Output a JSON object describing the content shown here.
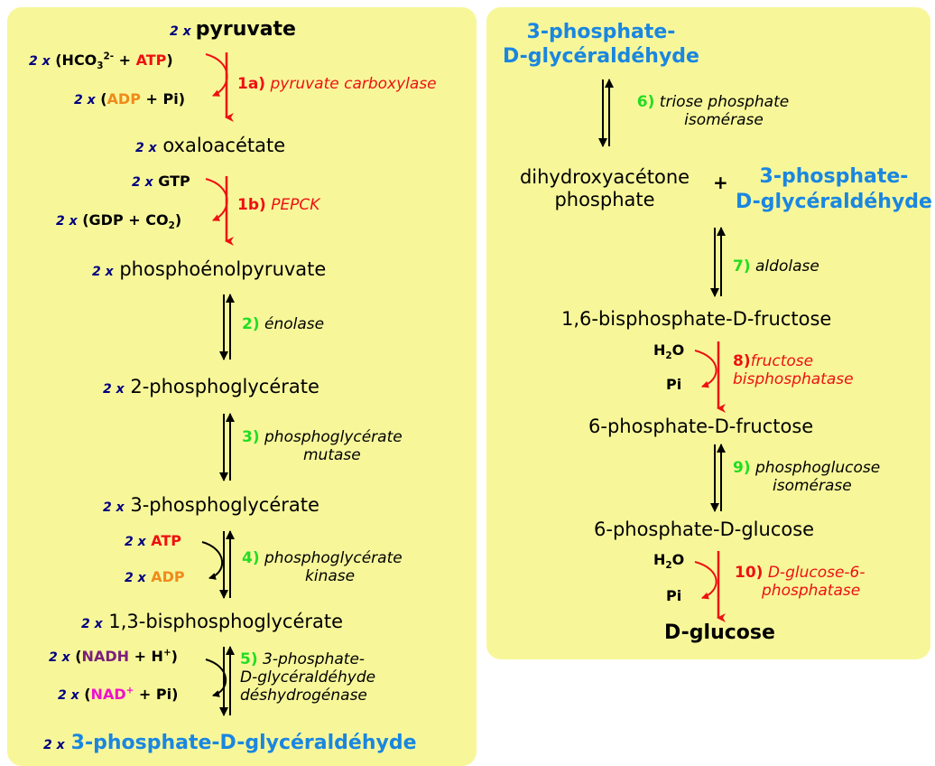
{
  "coef": "2 x",
  "left": {
    "pyruvate": "pyruvate",
    "step1a": {
      "input": {
        "open": "(HCO",
        "sub": "3",
        "sup": "2-",
        "plus": " + ",
        "atp": "ATP",
        "close": ")"
      },
      "output": {
        "open": "(",
        "adp": "ADP",
        "rest": " + Pi)"
      },
      "num": "1a)",
      "enzyme": "pyruvate carboxylase"
    },
    "oxaloacetate": "oxaloacétate",
    "step1b": {
      "input": "GTP",
      "output": {
        "open": "(GDP + CO",
        "sub": "2",
        "close": ")"
      },
      "num": "1b)",
      "enzyme": "PEPCK"
    },
    "pep": "phosphoénolpyruvate",
    "step2": {
      "num": "2)",
      "enzyme": "énolase"
    },
    "pg2": "2-phosphoglycérate",
    "step3": {
      "num": "3)",
      "enzyme_line1": "phosphoglycérate",
      "enzyme_line2": "mutase"
    },
    "pg3": "3-phosphoglycérate",
    "step4": {
      "input": "ATP",
      "output": "ADP",
      "num": "4)",
      "enzyme_line1": "phosphoglycérate",
      "enzyme_line2": "kinase"
    },
    "bpg": "1,3-bisphosphoglycérate",
    "step5": {
      "input": {
        "open": "(",
        "nadh": "NADH",
        "plus": " + H",
        "sup": "+",
        "close": ")"
      },
      "output": {
        "open": "(",
        "nad": "NAD",
        "sup": "+",
        "rest": " + Pi)"
      },
      "num": "5)",
      "enzyme_line1": "3-phosphate-",
      "enzyme_line2": "D-glycéraldéhyde",
      "enzyme_line3": "déshydrogénase"
    },
    "gap": "3-phosphate-D-glycéraldéhyde"
  },
  "right": {
    "gap_line1": "3-phosphate-",
    "gap_line2": "D-glycéraldéhyde",
    "step6": {
      "num": "6)",
      "enzyme_line1": "triose phosphate",
      "enzyme_line2": "isomérase"
    },
    "dhap_line1": "dihydroxyacétone",
    "dhap_line2": "phosphate",
    "plus": "+",
    "gap2_line1": "3-phosphate-",
    "gap2_line2": "D-glycéraldéhyde",
    "step7": {
      "num": "7)",
      "enzyme": "aldolase"
    },
    "fbp": "1,6-bisphosphate-D-fructose",
    "step8": {
      "water": {
        "h": "H",
        "sub": "2",
        "o": "O"
      },
      "pi": "Pi",
      "num": "8)",
      "enzyme_line1": "fructose",
      "enzyme_line2": "bisphosphatase"
    },
    "f6p": "6-phosphate-D-fructose",
    "step9": {
      "num": "9)",
      "enzyme_line1": "phosphoglucose",
      "enzyme_line2": "isomérase"
    },
    "g6p": "6-phosphate-D-glucose",
    "step10": {
      "water": {
        "h": "H",
        "sub": "2",
        "o": "O"
      },
      "pi": "Pi",
      "num": "10)",
      "enzyme_line1": "D-glucose-6-",
      "enzyme_line2": "phosphatase"
    },
    "glucose": "D-glucose"
  },
  "colors": {
    "panel": "#f7f79a",
    "blue": "#1a86e0",
    "red": "#ee1111",
    "orange": "#f08a1a",
    "green": "#22dd22",
    "purple": "#7a1f7a",
    "magenta": "#ee11cc",
    "navy": "#000080"
  }
}
